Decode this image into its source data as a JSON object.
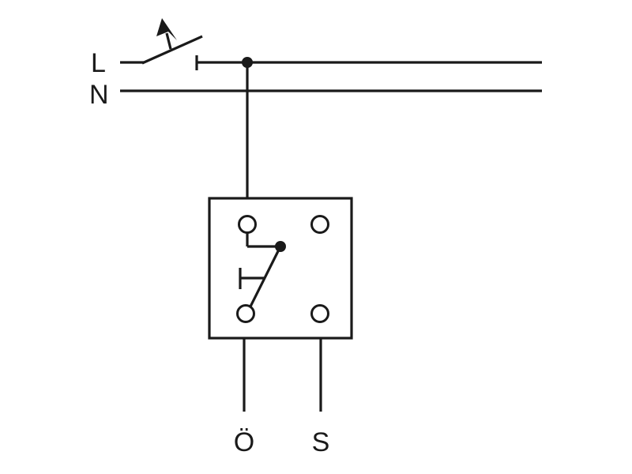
{
  "supply": {
    "line_label": "L",
    "neutral_label": "N"
  },
  "outputs": {
    "left_label": "Ö",
    "right_label": "S"
  },
  "colors": {
    "stroke": "#1a1a1a",
    "background": "#ffffff"
  }
}
